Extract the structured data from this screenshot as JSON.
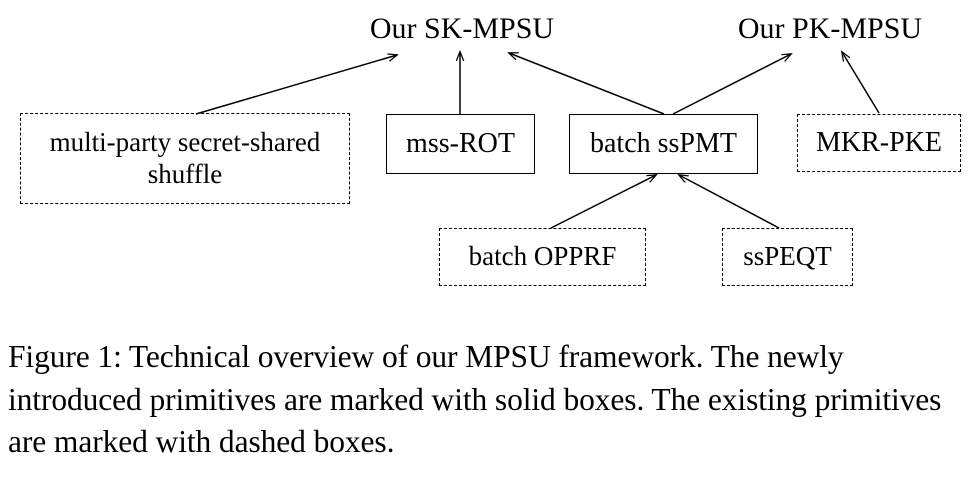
{
  "figure": {
    "title_labels": [
      {
        "id": "sk-mpsu",
        "text": "Our SK-MPSU"
      },
      {
        "id": "pk-mpsu",
        "text": "Our PK-MPSU"
      }
    ],
    "nodes": [
      {
        "id": "mpss-shuffle",
        "text": "multi-party secret-shared\nshuffle",
        "style": "dashed"
      },
      {
        "id": "mss-rot",
        "text": "mss-ROT",
        "style": "solid"
      },
      {
        "id": "batch-sspmt",
        "text": "batch ssPMT",
        "style": "solid"
      },
      {
        "id": "mkr-pke",
        "text": "MKR-PKE",
        "style": "dashed"
      },
      {
        "id": "batch-opprf",
        "text": "batch OPPRF",
        "style": "dashed"
      },
      {
        "id": "sspeqt",
        "text": "ssPEQT",
        "style": "dashed"
      }
    ],
    "edges": [
      {
        "from": "mpss-shuffle",
        "to": "sk-mpsu"
      },
      {
        "from": "mss-rot",
        "to": "sk-mpsu"
      },
      {
        "from": "batch-sspmt",
        "to": "sk-mpsu"
      },
      {
        "from": "batch-sspmt",
        "to": "pk-mpsu"
      },
      {
        "from": "mkr-pke",
        "to": "pk-mpsu"
      },
      {
        "from": "batch-opprf",
        "to": "batch-sspmt"
      },
      {
        "from": "sspeqt",
        "to": "batch-sspmt"
      }
    ],
    "stroke_color": "#000000"
  },
  "caption": {
    "text": "Figure 1: Technical overview of our MPSU framework. The newly introduced primitives are marked with solid boxes. The existing primitives are marked with dashed boxes."
  }
}
